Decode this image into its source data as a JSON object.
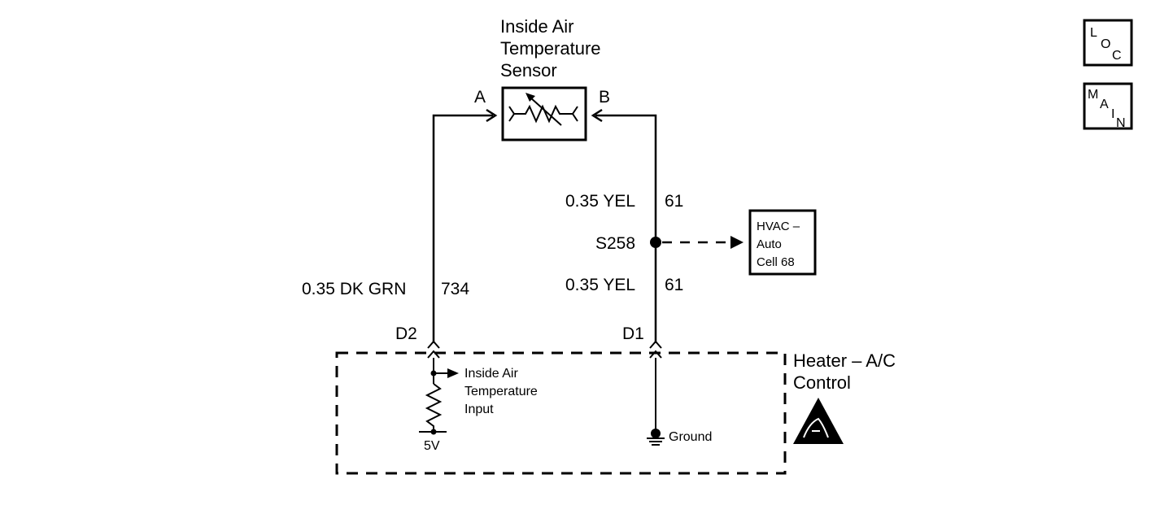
{
  "sensor": {
    "title_line1": "Inside Air",
    "title_line2": "Temperature",
    "title_line3": "Sensor",
    "terminal_a": "A",
    "terminal_b": "B"
  },
  "wires": {
    "left_wire_size_color": "0.35 DK GRN",
    "left_wire_circuit": "734",
    "right_upper_size_color": "0.35 YEL",
    "right_upper_circuit": "61",
    "right_lower_size_color": "0.35 YEL",
    "right_lower_circuit": "61"
  },
  "splice": {
    "label": "S258"
  },
  "hvac_ref": {
    "line1": "HVAC –",
    "line2": "Auto",
    "line3": "Cell 68"
  },
  "connectors": {
    "left": "D2",
    "right": "D1"
  },
  "module": {
    "name_line1": "Heater – A/C",
    "name_line2": "Control",
    "input_line1": "Inside Air",
    "input_line2": "Temperature",
    "input_line3": "Input",
    "voltage": "5V",
    "ground": "Ground"
  },
  "nav": {
    "loc": {
      "l1": "L",
      "l2": "O",
      "l3": "C"
    },
    "main": {
      "l1": "M",
      "l2": "A",
      "l3": "I",
      "l4": "N"
    }
  }
}
